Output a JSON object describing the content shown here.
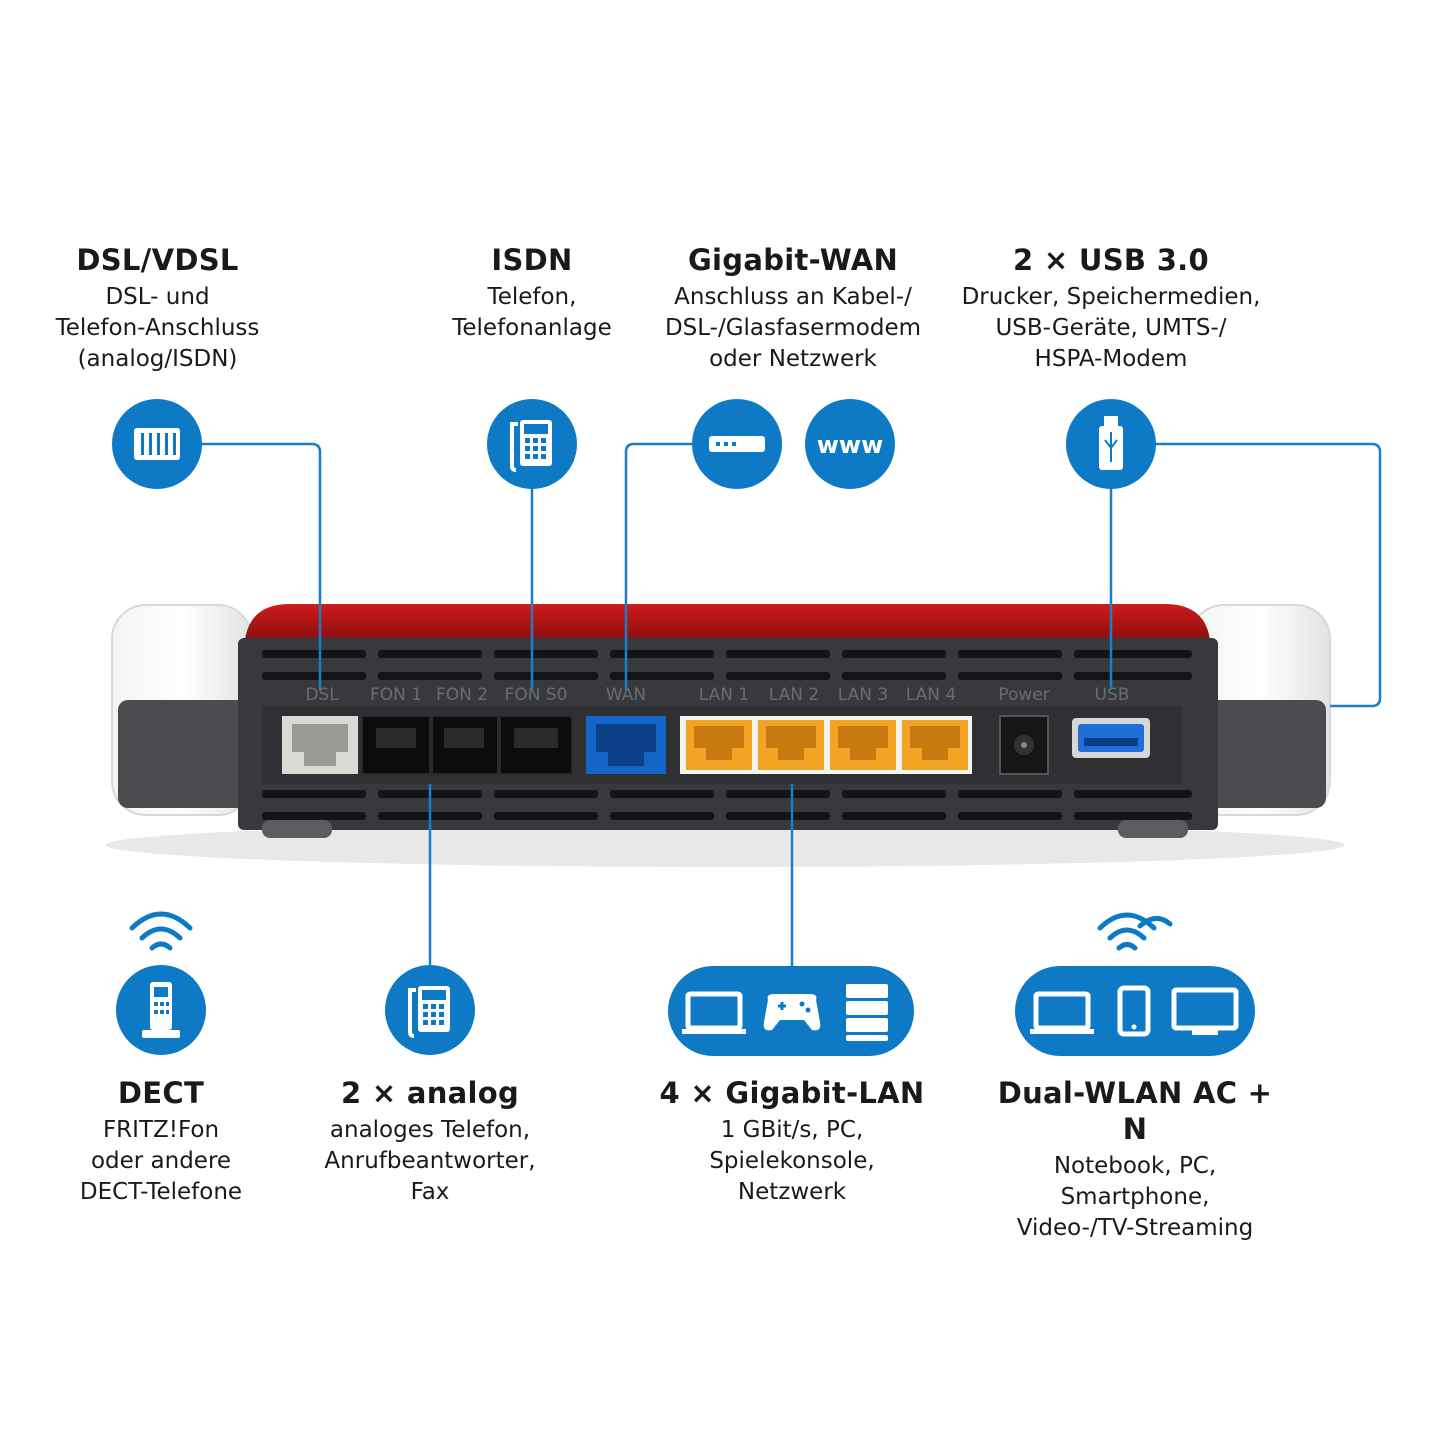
{
  "accent_color": "#0e7ac6",
  "top_blocks": [
    {
      "id": "dsl",
      "title": "DSL/VDSL",
      "lines": [
        "DSL- und",
        "Telefon-Anschluss",
        "(analog/ISDN)"
      ],
      "icon": "dsl-splitter-icon"
    },
    {
      "id": "isdn",
      "title": "ISDN",
      "lines": [
        "Telefon,",
        "Telefonanlage"
      ],
      "icon": "desk-phone-icon"
    },
    {
      "id": "wan",
      "title": "Gigabit-WAN",
      "lines": [
        "Anschluss an Kabel-/",
        "DSL-/Glasfasermodem",
        "oder Netzwerk"
      ],
      "icon": "modem-icon"
    },
    {
      "id": "usb",
      "title": "2 × USB 3.0",
      "lines": [
        "Drucker, Speichermedien,",
        "USB-Geräte, UMTS-/",
        "HSPA-Modem"
      ],
      "icon": "usb-stick-icon"
    }
  ],
  "bottom_blocks": [
    {
      "id": "dect",
      "title": "DECT",
      "lines": [
        "FRITZ!Fon",
        "oder andere",
        "DECT-Telefone"
      ],
      "icon": "dect-phone-icon"
    },
    {
      "id": "analog",
      "title": "2 × analog",
      "lines": [
        "analoges Telefon,",
        "Anrufbeantworter,",
        "Fax"
      ],
      "icon": "desk-phone-icon"
    },
    {
      "id": "lan",
      "title": "4 × Gigabit-LAN",
      "lines": [
        "1 GBit/s, PC,",
        "Spielekonsole,",
        "Netzwerk"
      ],
      "icon": "laptop-gamepad-server-icons"
    },
    {
      "id": "wlan",
      "title": "Dual-WLAN AC + N",
      "lines": [
        "Notebook, PC,",
        "Smartphone,",
        "Video-/TV-Streaming"
      ],
      "icon": "laptop-phone-tv-icons"
    }
  ],
  "www_label": "www",
  "port_labels": [
    "DSL",
    "FON 1",
    "FON 2",
    "FON S0",
    "WAN",
    "LAN 1",
    "LAN 2",
    "LAN 3",
    "LAN 4",
    "Power",
    "USB"
  ]
}
